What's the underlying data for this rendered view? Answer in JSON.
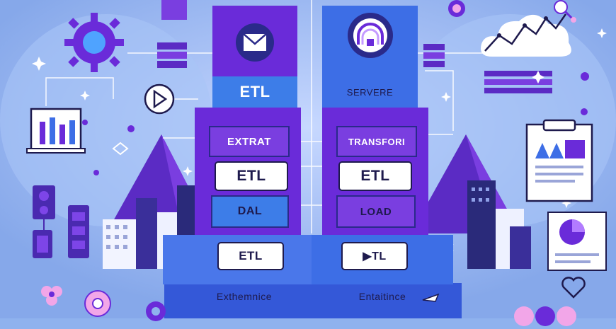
{
  "left_stack": {
    "top_label": "ETL",
    "row1_label": "EXTRAT",
    "row2_label": "ETL",
    "row3_label": "DAL",
    "bottom_button": "ETL",
    "footer": "Exthemnice"
  },
  "right_stack": {
    "top_label": "SERVERE",
    "row1_label": "TRANSFORI",
    "row2_label": "ETL",
    "row3_label": "LOAD",
    "bottom_button": "▶TL",
    "footer": "Entaitince"
  },
  "colors": {
    "background": "#8fb2ee",
    "violet": "#6a2bd9",
    "blue": "#3d6ee6",
    "deep": "#2a2a8a",
    "pink": "#f2a6e8"
  },
  "icons": [
    "gear-icon",
    "mail-icon",
    "arch-icon",
    "play-icon",
    "bar-chart-icon",
    "line-chart-icon",
    "document-icon",
    "pie-chart-icon",
    "flower-icon",
    "heart-icon",
    "magnifier-icon",
    "cloud-icon"
  ]
}
